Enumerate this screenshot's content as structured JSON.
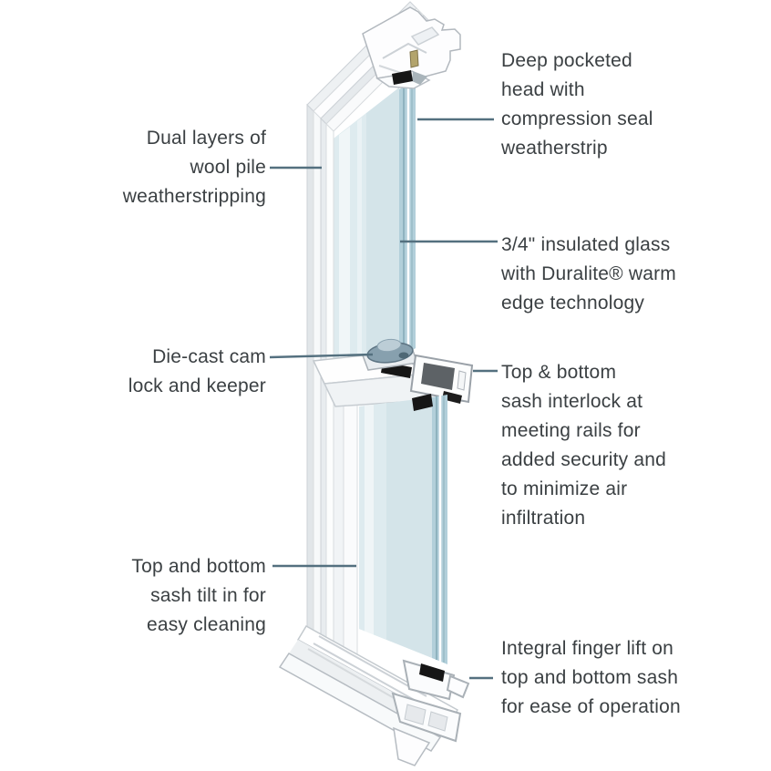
{
  "labels": [
    {
      "id": "dual-wool-pile",
      "lines": [
        "Dual layers of",
        "wool pile",
        "weatherstripping"
      ]
    },
    {
      "id": "deep-pocketed-head",
      "lines": [
        "Deep pocketed",
        "head with",
        "compression seal",
        "weatherstrip"
      ]
    },
    {
      "id": "insulated-glass",
      "lines": [
        "3/4\" insulated glass",
        "with Duralite® warm",
        "edge technology"
      ]
    },
    {
      "id": "cam-lock",
      "lines": [
        "Die-cast cam",
        "lock and keeper"
      ]
    },
    {
      "id": "sash-interlock",
      "lines": [
        "Top & bottom",
        "sash interlock at",
        "meeting rails for",
        "added security and",
        "to minimize air",
        "infiltration"
      ]
    },
    {
      "id": "sash-tilt",
      "lines": [
        "Top and bottom",
        "sash tilt in for",
        "easy cleaning"
      ]
    },
    {
      "id": "finger-lift",
      "lines": [
        "Integral finger lift on",
        "top and bottom sash",
        "for ease of operation"
      ]
    }
  ],
  "colors": {
    "text": "#3b4043",
    "leader_line": "#54707f",
    "frame_white": "#ffffff",
    "frame_shadow": "#e6eaed",
    "outline_gray": "#b2b8be",
    "glass_face": "#d4e4e9",
    "glass_edge": "#b2cfda",
    "glass_pane_line": "#8fb3bf",
    "seal_black": "#161616",
    "cam_lock_gray": "#87a0ae",
    "interlock_dark": "#5d6266",
    "hardware_khaki": "#b3a46c"
  }
}
